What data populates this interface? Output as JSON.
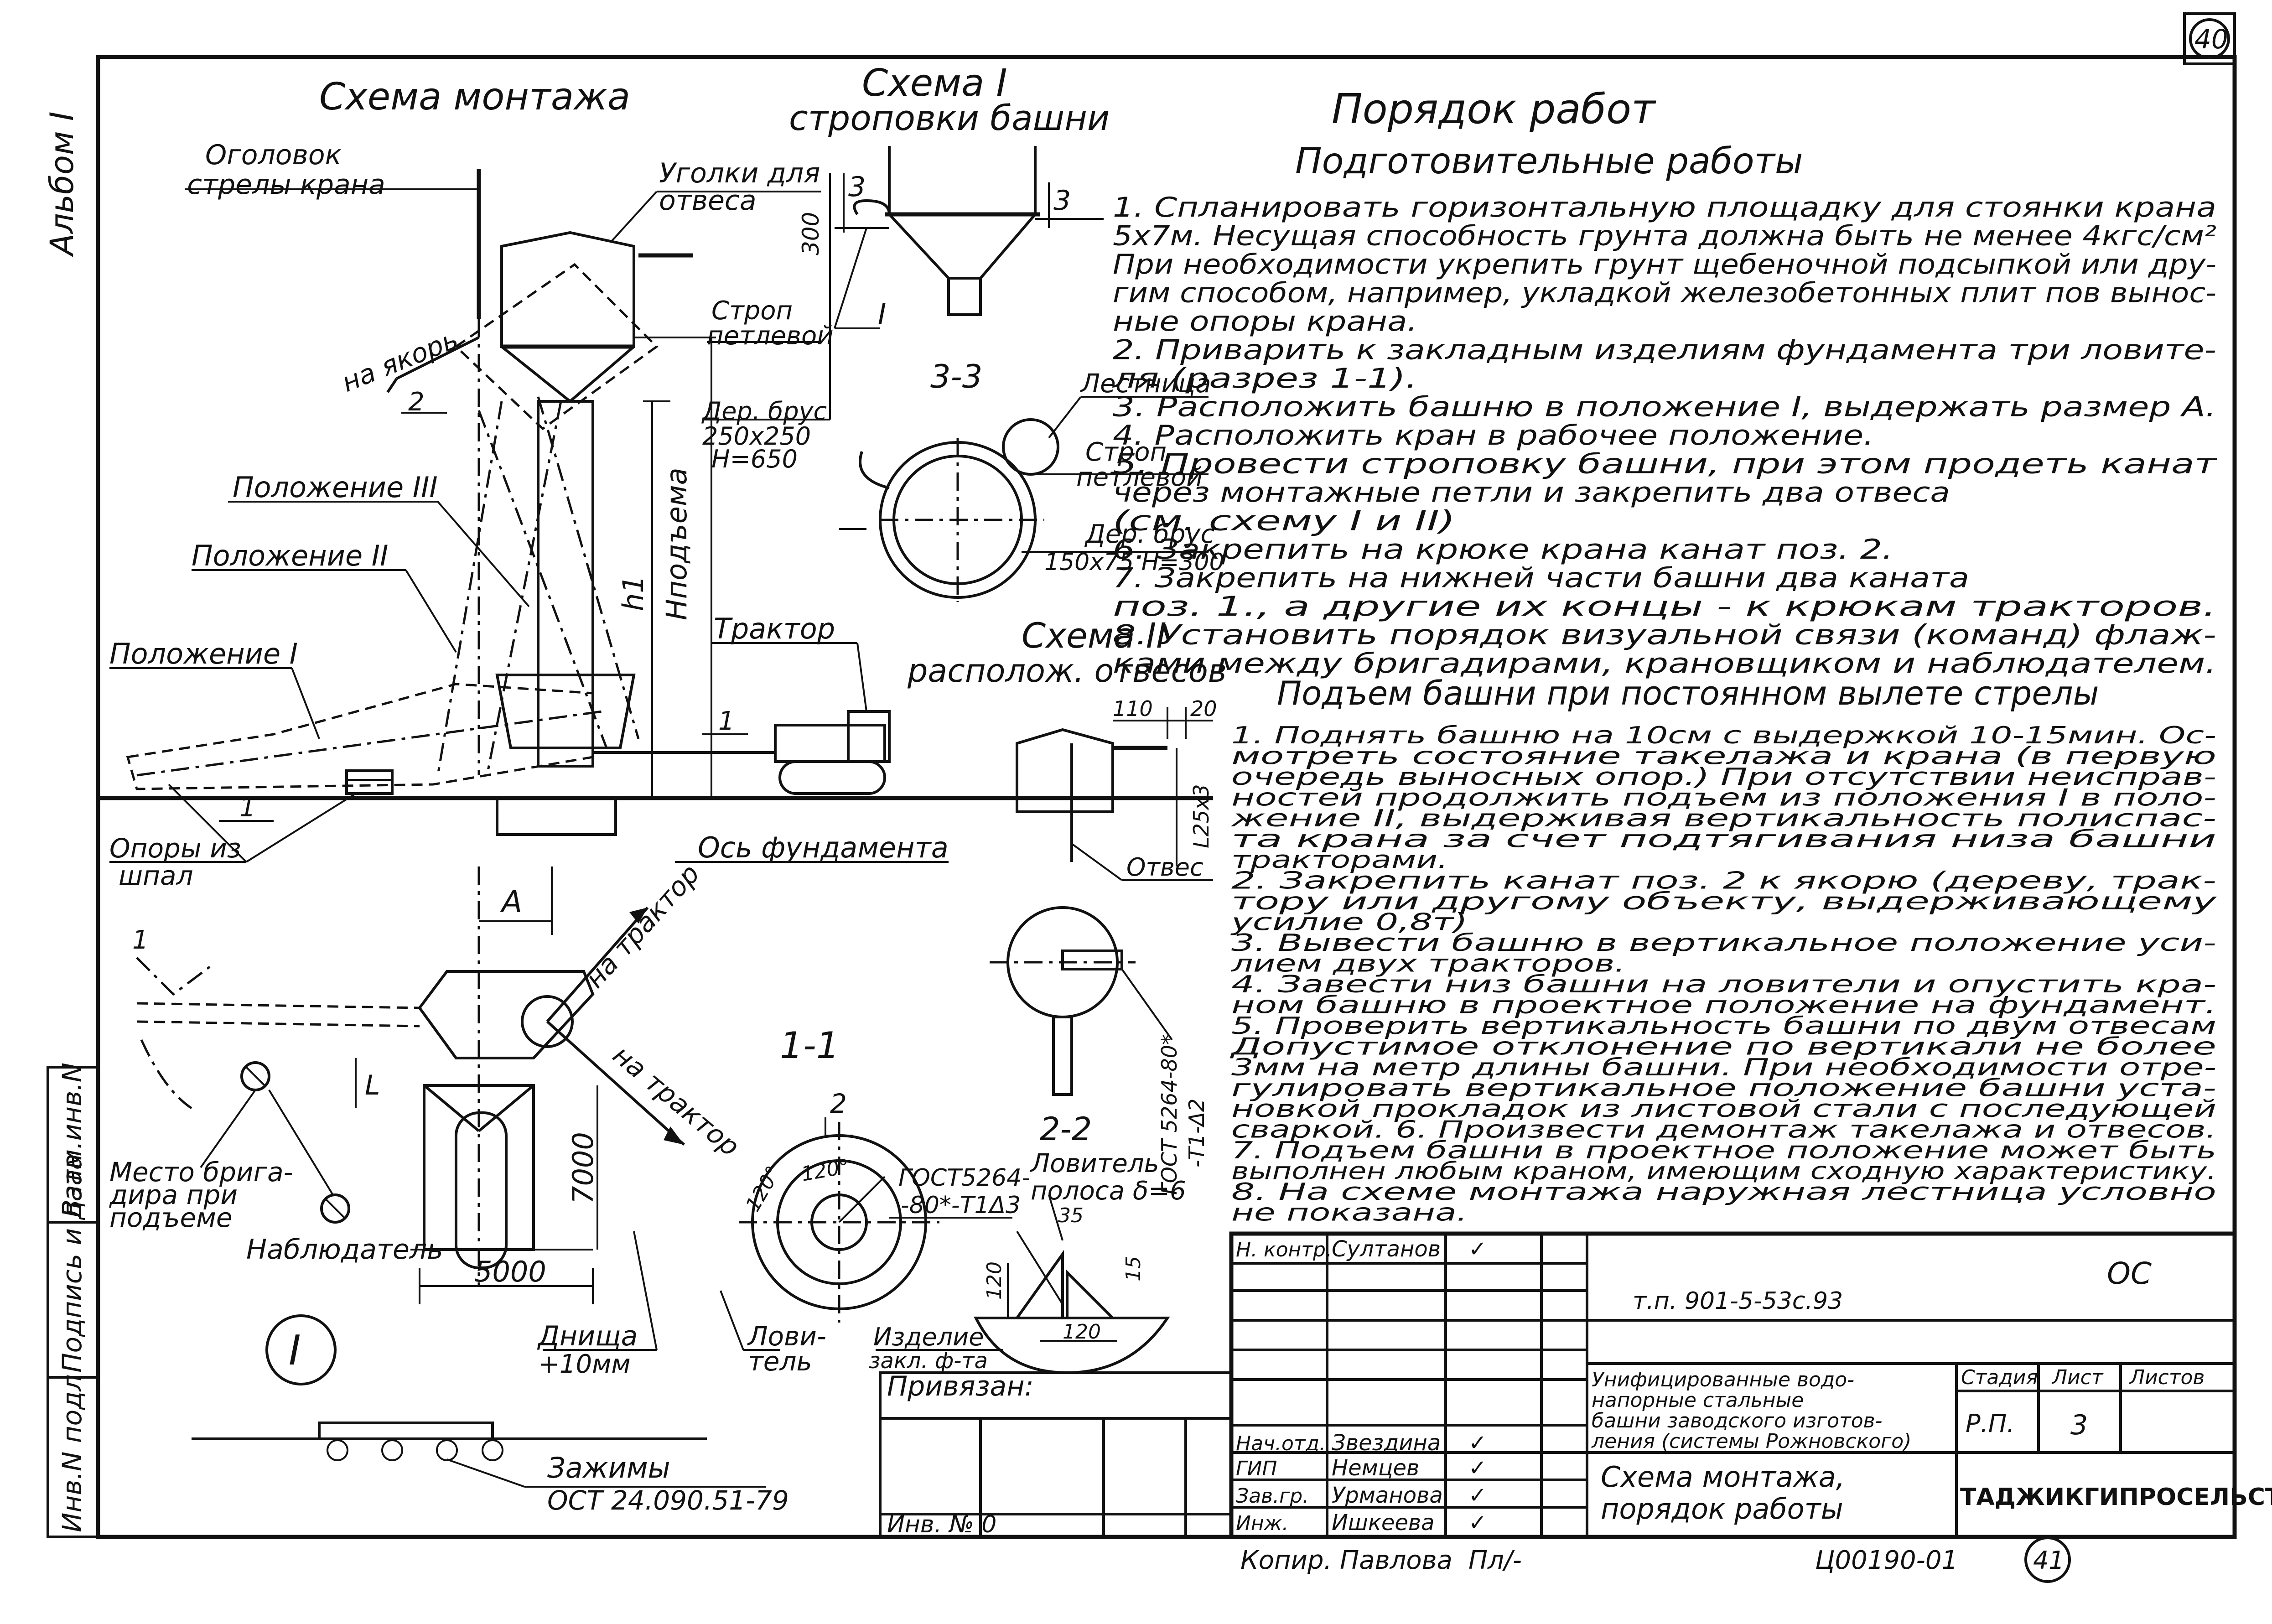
{
  "sheet": {
    "page_number_top": "40",
    "page_number_bottom": "41",
    "album": "Альбом I",
    "copied_by": "Копир. Павлова",
    "copied_sign": "Пл/-",
    "doc_code": "Ц00190-01",
    "inv_no": "Инв. № 0",
    "attached": "Привязан:"
  },
  "left_strip": {
    "labels": [
      "Взам.инв.N",
      "Подпись и дата",
      "Инв.N подл"
    ]
  },
  "scheme_montage": {
    "title": "Схема монтажа",
    "labels": {
      "crane_head": "Оголовок",
      "crane_boom": "стрелы крана",
      "plumb_corners_1": "Уголки для",
      "plumb_corners_2": "отвеса",
      "sling_1": "Строп",
      "sling_2": "петлевой",
      "to_anchor": "на якорь",
      "beam_1": "Дер. брус",
      "beam_2": "250х250",
      "beam_3": "Н=650",
      "pos3": "Положение III",
      "pos2": "Положение II",
      "pos1": "Положение I",
      "lift_height": "Нподъема",
      "h1": "h1",
      "tractor": "Трактор",
      "supports_1": "Опоры из",
      "supports_2": "шпал",
      "foundation_axis": "Ось фундамента",
      "to_tractor_1": "на трактор",
      "to_tractor_2": "на трактор",
      "dim_A": "А",
      "dim_L": "L",
      "dim_7000": "7000",
      "dim_5000": "5000",
      "foreman_1": "Место брига-",
      "foreman_2": "дира при",
      "foreman_3": "подъеме",
      "observer": "Наблюдатель",
      "roman_I": "I",
      "bottom_1": "Днища",
      "bottom_2": "+10мм",
      "catcher_1": "Лови-",
      "catcher_2": "тель",
      "clamps_1": "Зажимы",
      "clamps_2": "ОСТ 24.090.51-79",
      "n1": "1",
      "n2": "2",
      "n1b": "1",
      "n1c": "1"
    }
  },
  "scheme_one": {
    "title_1": "Схема I",
    "title_2": "строповки башни",
    "dim_300": "300",
    "mark_3a": "3",
    "mark_3b": "3",
    "roman": "I",
    "section_33": "3-3",
    "ladder": "Лестница",
    "sling_1": "Строп",
    "sling_2": "петлевой",
    "beam_1": "Дер. брус",
    "beam_2": "150х75 Н=300"
  },
  "scheme_two": {
    "title_1": "Схема II",
    "title_2": "располож. отвесов",
    "dim_110": "110",
    "dim_20": "20",
    "angle": "L25х3",
    "plumb": "Отвес",
    "section_22": "2-2",
    "gost_1": "ГОСТ 5264-80*",
    "gost_2": "-Т1-Δ2"
  },
  "section_11": {
    "title": "1-1",
    "mark_2": "2",
    "angle_120": "120°",
    "angle_120b": "120°",
    "gost_1": "ГОСТ5264-",
    "gost_2": "-80*-Т1Δ3",
    "catcher_1": "Ловитель",
    "catcher_2": "полоса δ=6",
    "dim_35": "35",
    "dim_120v": "120",
    "dim_120h": "120",
    "dim_15": "15",
    "item_1": "Изделие",
    "item_2": "закл. ф-та"
  },
  "work_order": {
    "title": "Порядок работ",
    "prep_title": "Подготовительные работы",
    "prep_lines": [
      "1. Спланировать горизонтальную площадку для стоянки крана",
      "5х7м. Несущая способность грунта должна быть не менее 4кгс/см²",
      "При необходимости укрепить грунт щебеночной подсыпкой или дру-",
      "гим способом, например, укладкой железобетонных плит пов вынос-",
      "ные опоры крана.",
      "2. Приварить к закладным изделиям фундамента три ловите-",
      "ля (разрез 1-1).",
      "3. Расположить башню в положение I, выдержать размер А.",
      "4. Расположить кран в рабочее положение.",
      "5. Провести строповку башни, при этом продеть канат",
      "через монтажные петли и закрепить два отвеса",
      "(см. схему I и II)",
      "6. Закрепить на крюке крана канат поз. 2.",
      "7. Закрепить на нижней части башни два каната",
      "поз. 1., а другие их концы - к крюкам тракторов.",
      "8. Установить порядок визуальной связи (команд) флаж-",
      "ками между бригадирами, крановщиком и наблюдателем."
    ],
    "lift_title": "Подъем башни при постоянном вылете стрелы",
    "lift_lines": [
      "1. Поднять башню на 10см с выдержкой 10-15мин. Ос-",
      "мотреть состояние такелажа и крана (в первую",
      "очередь выносных опор.) При отсутствии неиспрaв-",
      "ностей продолжить подъем из положения I в поло-",
      "жение II, выдерживая вертикальность полиспас-",
      "та крана за счет подтягивания низа башни",
      "тракторами.",
      "2. Закрепить канат поз. 2 к якорю (дереву, трак-",
      "тору или другому объекту, выдерживающему",
      "усилие 0,8т)",
      "3. Вывести башню в вертикальное положение уси-",
      "лием двух тракторов.",
      "4. Завести низ башни на ловители и опустить кра-",
      "ном башню в проектное положение на фундамент.",
      "5. Проверить вертикальность башни по двум отвесам",
      "Допустимое отклонение по вертикали не более",
      "3мм на метр длины башни. При необходимости отре-",
      "гулировать вертикальное положение башни уста-",
      "новкой прокладок из листовой стали с последующей",
      "сваркой. 6. Произвести демонтаж такелажа и отвесов.",
      "7. Подъем башни в проектное положение может быть",
      "выполнен любым краном, имеющим сходную характеристику.",
      "8. На схеме монтажа наружная лестница условно",
      "не показана."
    ]
  },
  "title_block": {
    "code": "т.п. 901-5-53с.93",
    "series": "ОС",
    "rows": [
      {
        "role": "Н. контр.",
        "name": "Султанов",
        "sign": "✓"
      },
      {
        "role": "Нач.отд.",
        "name": "Звездина",
        "sign": "✓"
      },
      {
        "role": "ГИП",
        "name": "Немцев",
        "sign": "✓"
      },
      {
        "role": "Зав.гр.",
        "name": "Урманова",
        "sign": "✓"
      },
      {
        "role": "Инж.",
        "name": "Ишкеева",
        "sign": "✓"
      }
    ],
    "description_1": "Унифицированные водо-",
    "description_2": "напорные стальные",
    "description_3": "башни заводского изготов-",
    "description_4": "ления (системы Рожновского)",
    "sheet_title_1": "Схема монтажа,",
    "sheet_title_2": "порядок работы",
    "stage_h": "Стадия",
    "sheet_h": "Лист",
    "sheets_h": "Листов",
    "stage": "Р.П.",
    "sheet_no": "3",
    "org": "ТАДЖИКГИПРОСЕЛЬСТРОЙ"
  }
}
